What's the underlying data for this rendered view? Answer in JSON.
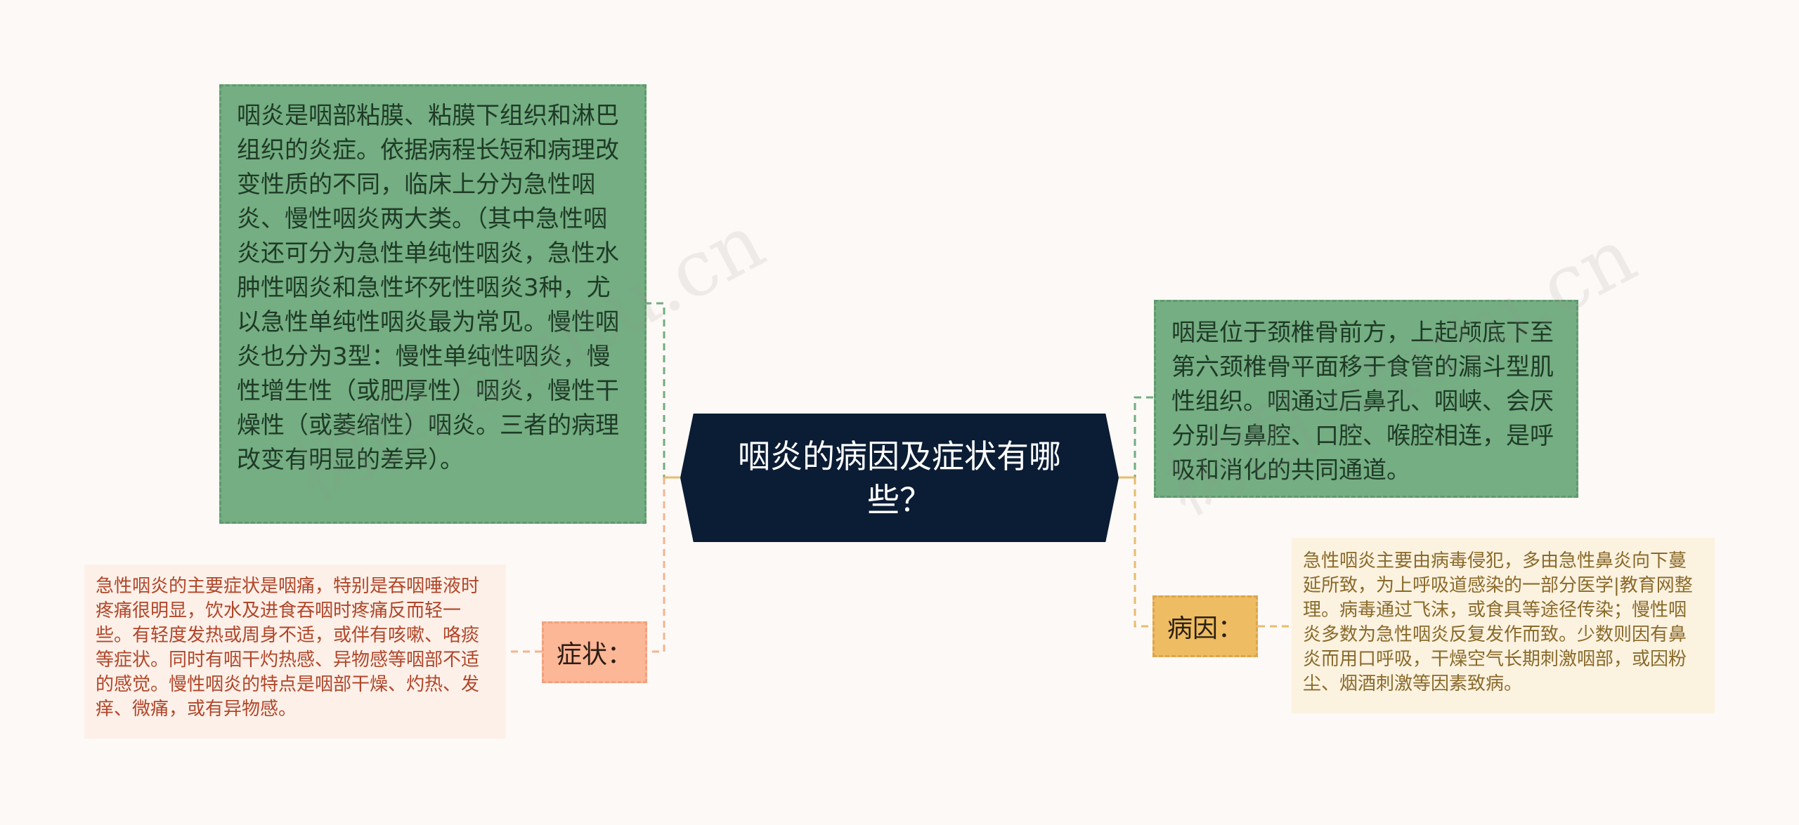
{
  "central_topic": "咽炎的病因及症状有哪些？",
  "left_description": "咽炎是咽部粘膜、粘膜下组织和淋巴组织的炎症。依据病程长短和病理改变性质的不同，临床上分为急性咽炎、慢性咽炎两大类。（其中急性咽炎还可分为急性单纯性咽炎，急性水肿性咽炎和急性坏死性咽炎3种，尤以急性单纯性咽炎最为常见。慢性咽炎也分为3型：慢性单纯性咽炎，慢性增生性（或肥厚性）咽炎，慢性干燥性（或萎缩性）咽炎。三者的病理改变有明显的差异）。",
  "right_definition": "咽是位于颈椎骨前方，上起颅底下至第六颈椎骨平面移于食管的漏斗型肌性组织。咽通过后鼻孔、咽峡、会厌分别与鼻腔、口腔、喉腔相连，是呼吸和消化的共同通道。",
  "symptom": {
    "label": "症状：",
    "text": "急性咽炎的主要症状是咽痛，特别是吞咽唾液时疼痛很明显，饮水及进食吞咽时疼痛反而轻一些。有轻度发热或周身不适，或伴有咳嗽、咯痰等症状。同时有咽干灼热感、异物感等咽部不适的感觉。慢性咽炎的特点是咽部干燥、灼热、发痒、微痛，或有异物感。"
  },
  "cause": {
    "label": "病因：",
    "text": "急性咽炎主要由病毒侵犯，多由急性鼻炎向下蔓延所致，为上呼吸道感染的一部分医学|教育网整理。病毒通过飞沫，或食具等途径传染；慢性咽炎多数为急性咽炎反复发作而致。少数则因有鼻炎而用口呼吸，干燥空气长期刺激咽部，或因粉尘、烟酒刺激等因素致病。"
  },
  "watermarks": [
    "树图 shutu.cn",
    "树图 shutu.cn"
  ],
  "colors": {
    "background": "#fdf9f6",
    "central": "#0b1c35",
    "green_node": "#74ae82",
    "symptom_label": "#fbb796",
    "cause_label": "#eebc62",
    "symptom_text": "#b0462a",
    "cause_text": "#8a6a2a",
    "line_green": "#6fae80",
    "line_orange": "#f2b58f",
    "line_yellow": "#e6bd6c"
  }
}
